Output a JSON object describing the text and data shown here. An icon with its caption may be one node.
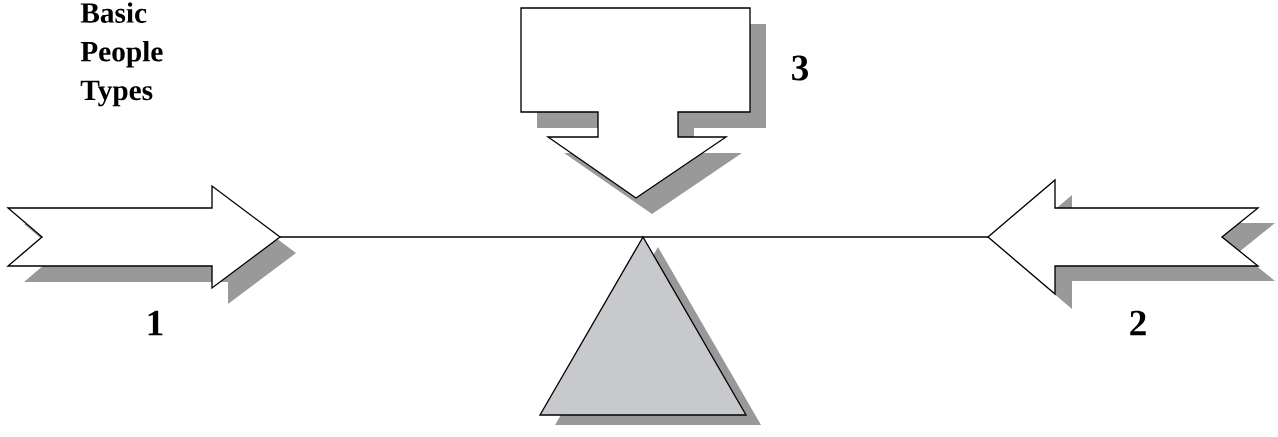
{
  "diagram": {
    "title": "Basic People Types",
    "nodes": [
      {
        "text": [],
        "shape": "arrow",
        "beside": [
          "3"
        ]
      },
      {
        "text": [],
        "shape": "arrow",
        "beside": [
          "1"
        ]
      },
      {
        "text": [],
        "shape": "bar"
      },
      {
        "text": [],
        "shape": "arrow",
        "beside": [
          "2"
        ]
      },
      {
        "text": [],
        "shape": "triangle"
      }
    ]
  }
}
